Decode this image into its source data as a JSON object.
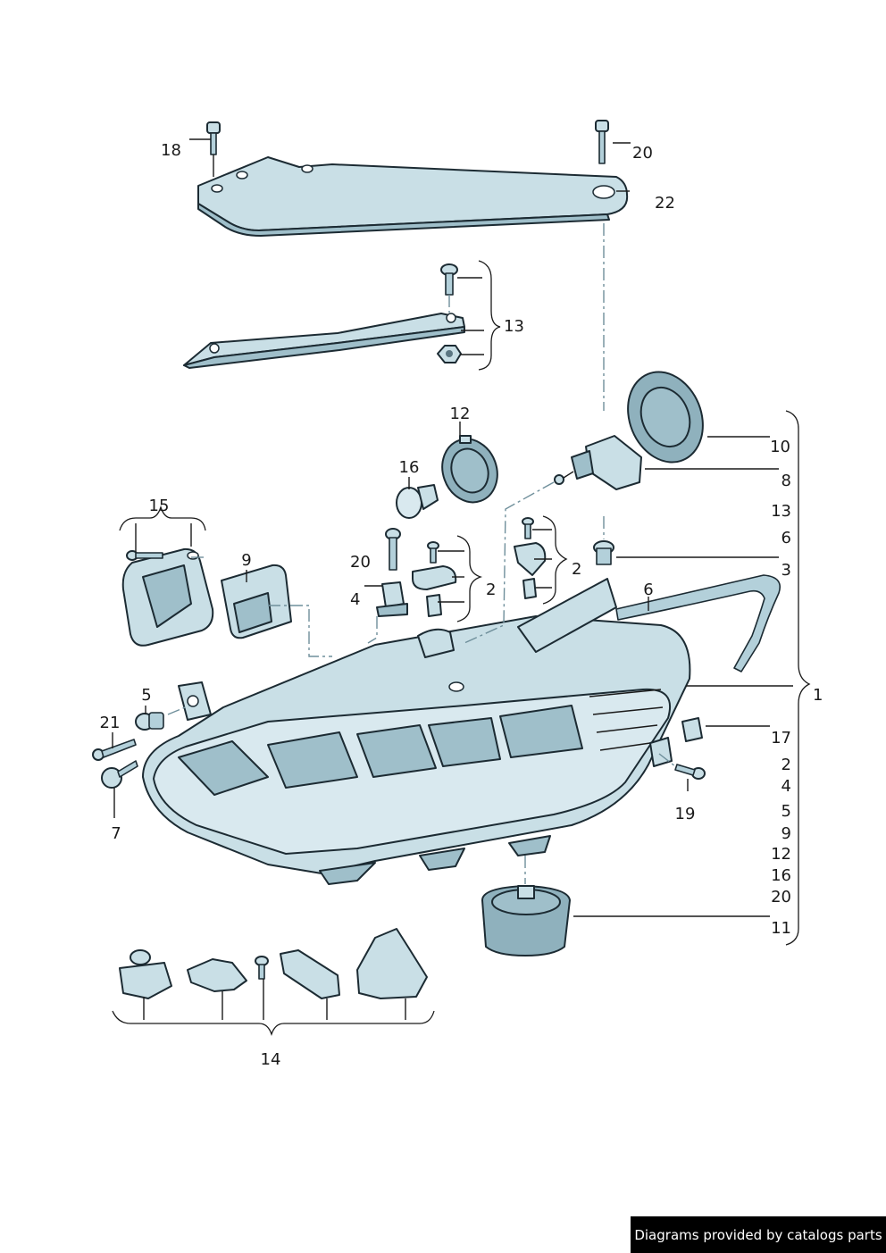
{
  "callouts": {
    "c18": "18",
    "c20_top": "20",
    "c22": "22",
    "c13_bracket": "13",
    "c12_top": "12",
    "c16_top": "16",
    "c10": "10",
    "c8": "8",
    "c13_side": "13",
    "c6_side": "6",
    "c3": "3",
    "c15": "15",
    "c9_top": "9",
    "c20_mid": "20",
    "c2_a": "2",
    "c2_b": "2",
    "c4_top": "4",
    "c6_mid": "6",
    "c5_top": "5",
    "c21": "21",
    "c7": "7",
    "c1": "1",
    "c17": "17",
    "c2_side": "2",
    "c4_side": "4",
    "c5_side": "5",
    "c9_side": "9",
    "c12_side": "12",
    "c16_side": "16",
    "c20_side": "20",
    "c11": "11",
    "c19": "19",
    "c14": "14"
  },
  "footer": {
    "text": "Diagrams provided by catalogs parts"
  },
  "colors": {
    "part_fill": "#c9dfe6",
    "outline": "#1c2b33",
    "footer_bg": "#000000"
  }
}
